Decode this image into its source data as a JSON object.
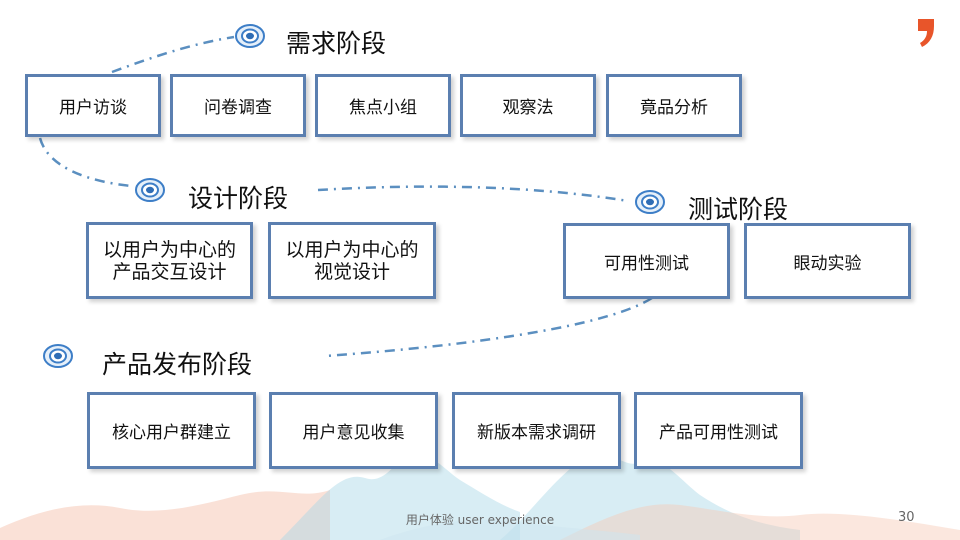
{
  "stages": [
    {
      "title": "需求阶段",
      "items": [
        "用户访谈",
        "问卷调查",
        "焦点小组",
        "观察法",
        "竟品分析"
      ]
    },
    {
      "title": "设计阶段",
      "items": [
        "以用户为中心的产品交互设计",
        "以用户为中心的视觉设计"
      ]
    },
    {
      "title": "测试阶段",
      "items": [
        "可用性测试",
        "眼动实验"
      ]
    },
    {
      "title": "产品发布阶段",
      "items": [
        "核心用户群建立",
        "用户意见收集",
        "新版本需求调研",
        "产品可用性测试"
      ]
    }
  ],
  "footer": {
    "text": "用户体验 user experience",
    "page_number": "30"
  },
  "colors": {
    "box_border": "#5b7fb0",
    "connector": "#5b8fc0",
    "bullet": "#3d7ec7",
    "logo": "#e8552a"
  },
  "icons": {
    "stage_bullet": "target-icon",
    "logo": "brand-logo-icon"
  }
}
